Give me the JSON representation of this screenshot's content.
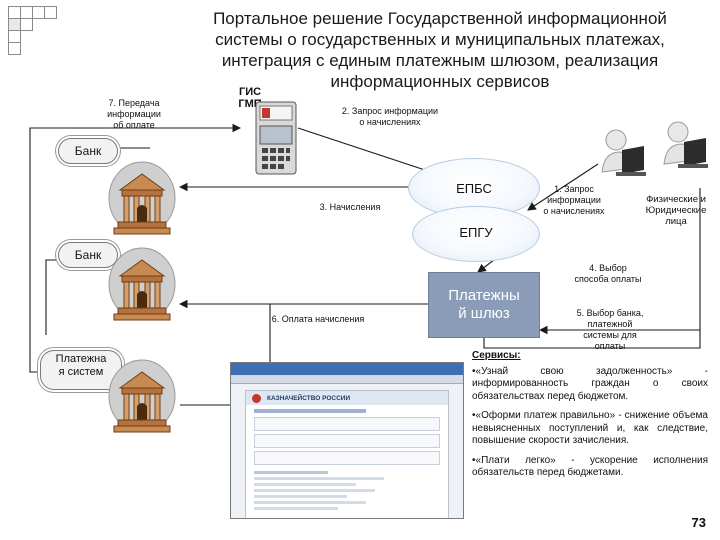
{
  "title": "Портальное решение Государственной информационной\nсистемы о государственных и муниципальных платежах,\nинтеграция с единым платежным шлюзом, реализация\nинформационных сервисов",
  "gis_label": "ГИС\nГМП",
  "nodes": {
    "bank_top": "Банк",
    "bank_mid": "Банк",
    "payment_system": "Платежна\nя систем",
    "epbs": "ЕПБС",
    "epgu": "ЕПГУ",
    "gateway": "Платежны\nй шлюз",
    "persons": "Физические и\nЮридические\nлица"
  },
  "steps": {
    "s1": "1. Запрос\nинформации\nо начислениях",
    "s2": "2. Запрос информации\nо начислениях",
    "s3": "3. Начисления",
    "s4": "4. Выбор\nспособа оплаты",
    "s5": "5. Выбор банка,\nплатежной\nсистемы для\nоплаты",
    "s6": "6. Оплата начисления",
    "s7": "7. Передача\nинформации\nоб оплате"
  },
  "screenshot": {
    "header": "КАЗНАЧЕЙСТВО РОССИИ"
  },
  "services": {
    "heading": "Сервисы:",
    "items": [
      "•«Узнай свою задолженность» - информированность граждан о своих обязательствах перед бюджетом.",
      "•«Оформи платеж правильно» - снижение объема невыясненных поступлений и, как следствие, повышение скорости зачисления.",
      "•«Плати легко» - ускорение исполнения обязательств перед бюджетами."
    ]
  },
  "page_number": "73",
  "colors": {
    "gateway": "#8a9cb8",
    "oval_edge": "#b8cbe2",
    "arrow": "#1a1a1a"
  },
  "icons": [
    "bank-building-icon",
    "terminal-icon",
    "person-laptop-icon"
  ]
}
